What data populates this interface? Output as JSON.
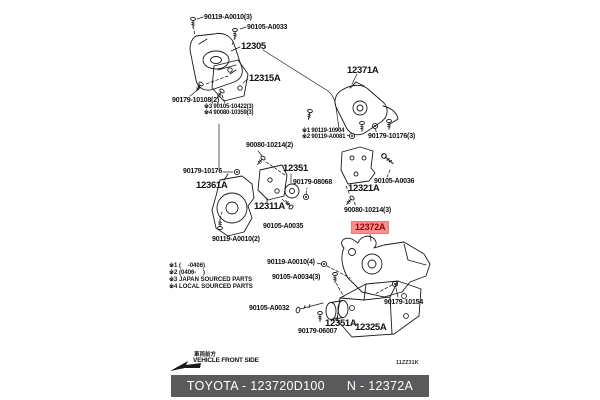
{
  "colors": {
    "line": "#1a1a1a",
    "highlight_bg": "#f4908f",
    "highlight_fg": "#940000",
    "footer_bg": "#5a5a5c",
    "footer_fg": "#ffffff"
  },
  "labels": {
    "bolt_90119_a0010_3": "90119-A0010(3)",
    "bolt_90105_a0033": "90105-A0033",
    "part_12305": "12305",
    "part_12315a": "12315A",
    "bolt_90179_10108_2": "90179-10108(2)",
    "note3_90105_10422_3": "※3 90105-10422(3)",
    "note4_90080_10359_3": "※4 90080-10359(3)",
    "part_12371a": "12371A",
    "note1_90119_10904": "※1 90119-10904",
    "note2_90119_a0081": "※2 90119-A0081",
    "bolt_90179_10176_3": "90179-10176(3)",
    "bolt_90080_10214_2": "90080-10214(2)",
    "nut_90179_10176": "90179-10176",
    "part_12361a": "12361A",
    "part_12351": "12351",
    "bolt_90179_08068": "90179-08068",
    "part_12311a": "12311A",
    "bolt_90105_a0035": "90105-A0035",
    "bolt_90119_a0010_2": "90119-A0010(2)",
    "part_12321a": "12321A",
    "bolt_90105_a0036": "90105-A0036",
    "bolt_90080_10214_3": "90080-10214(3)",
    "selected_part_12372a": "12372A",
    "bolt_90119_a0010_4": "90119-A0010(4)",
    "bolt_90105_a0034_3": "90105-A0034(3)",
    "bolt_90105_a0032": "90105-A0032",
    "part_12351a": "12351A",
    "bolt_90179_06007": "90179-06007",
    "part_12325a": "12325A",
    "bolt_90179_10154": "90179-10154"
  },
  "legend": {
    "lines": [
      "※1 (    -0406)",
      "※2 (0406-    )",
      "※3 JAPAN SOURCED PARTS",
      "※4 LOCAL SOURCED PARTS"
    ]
  },
  "front_marker": {
    "jp": "車両前方",
    "en": "VEHICLE FRONT SIDE"
  },
  "drawing_code": "11ZZ31K",
  "footer": {
    "left": "TOYOTA - 123720D100",
    "right": "N - 12372A"
  }
}
